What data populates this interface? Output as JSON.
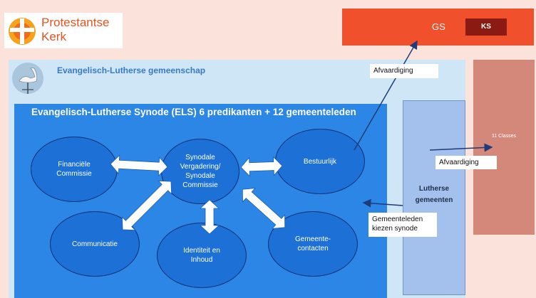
{
  "logo": {
    "line1": "Protestantse",
    "line2": "Kerk"
  },
  "gs": {
    "label": "GS",
    "ks_label": "KS"
  },
  "classes": {
    "label": "11 Classes"
  },
  "elg": {
    "title": "Evangelisch-Lutherse gemeenschap"
  },
  "els": {
    "title": "Evangelisch-Lutherse Synode (ELS) 6 predikanten +  12 gemeenteleden"
  },
  "lutherse": {
    "line1": "Lutherse",
    "line2": "gemeenten"
  },
  "callouts": {
    "afvaardiging_top": "Afvaardiging",
    "afvaardiging_right": "Afvaardiging",
    "gemeenteleden_line1": "Gemeenteleden",
    "gemeenteleden_line2": "kiezen synode"
  },
  "nodes": {
    "financiele_line1": "Financiële",
    "financiele_line2": "Commissie",
    "synodale_line1": "Synodale",
    "synodale_line2": "Vergadering/",
    "synodale_line3": "Synodale",
    "synodale_line4": "Commissie",
    "bestuurlijk": "Bestuurlijk",
    "communicatie": "Communicatie",
    "identiteit_line1": "Identiteit en",
    "identiteit_line2": "Inhoud",
    "gemeentecontacten_line1": "Gemeente-",
    "gemeentecontacten_line2": "contacten"
  },
  "colors": {
    "background": "#fbe3dc",
    "brand_orange": "#e8541e",
    "gs_red": "#f0502b",
    "ks_dark": "#8b1b12",
    "elg_panel": "#cfe6f7",
    "els_panel": "#2c86e6",
    "node_fill": "#1c70d6",
    "lutherse_box": "#a3c1ec",
    "classes_box": "#d4887a"
  },
  "icons": {
    "logo": "protestantse-kerk-cross-logo-icon",
    "community": "swan-weathervane-icon"
  }
}
